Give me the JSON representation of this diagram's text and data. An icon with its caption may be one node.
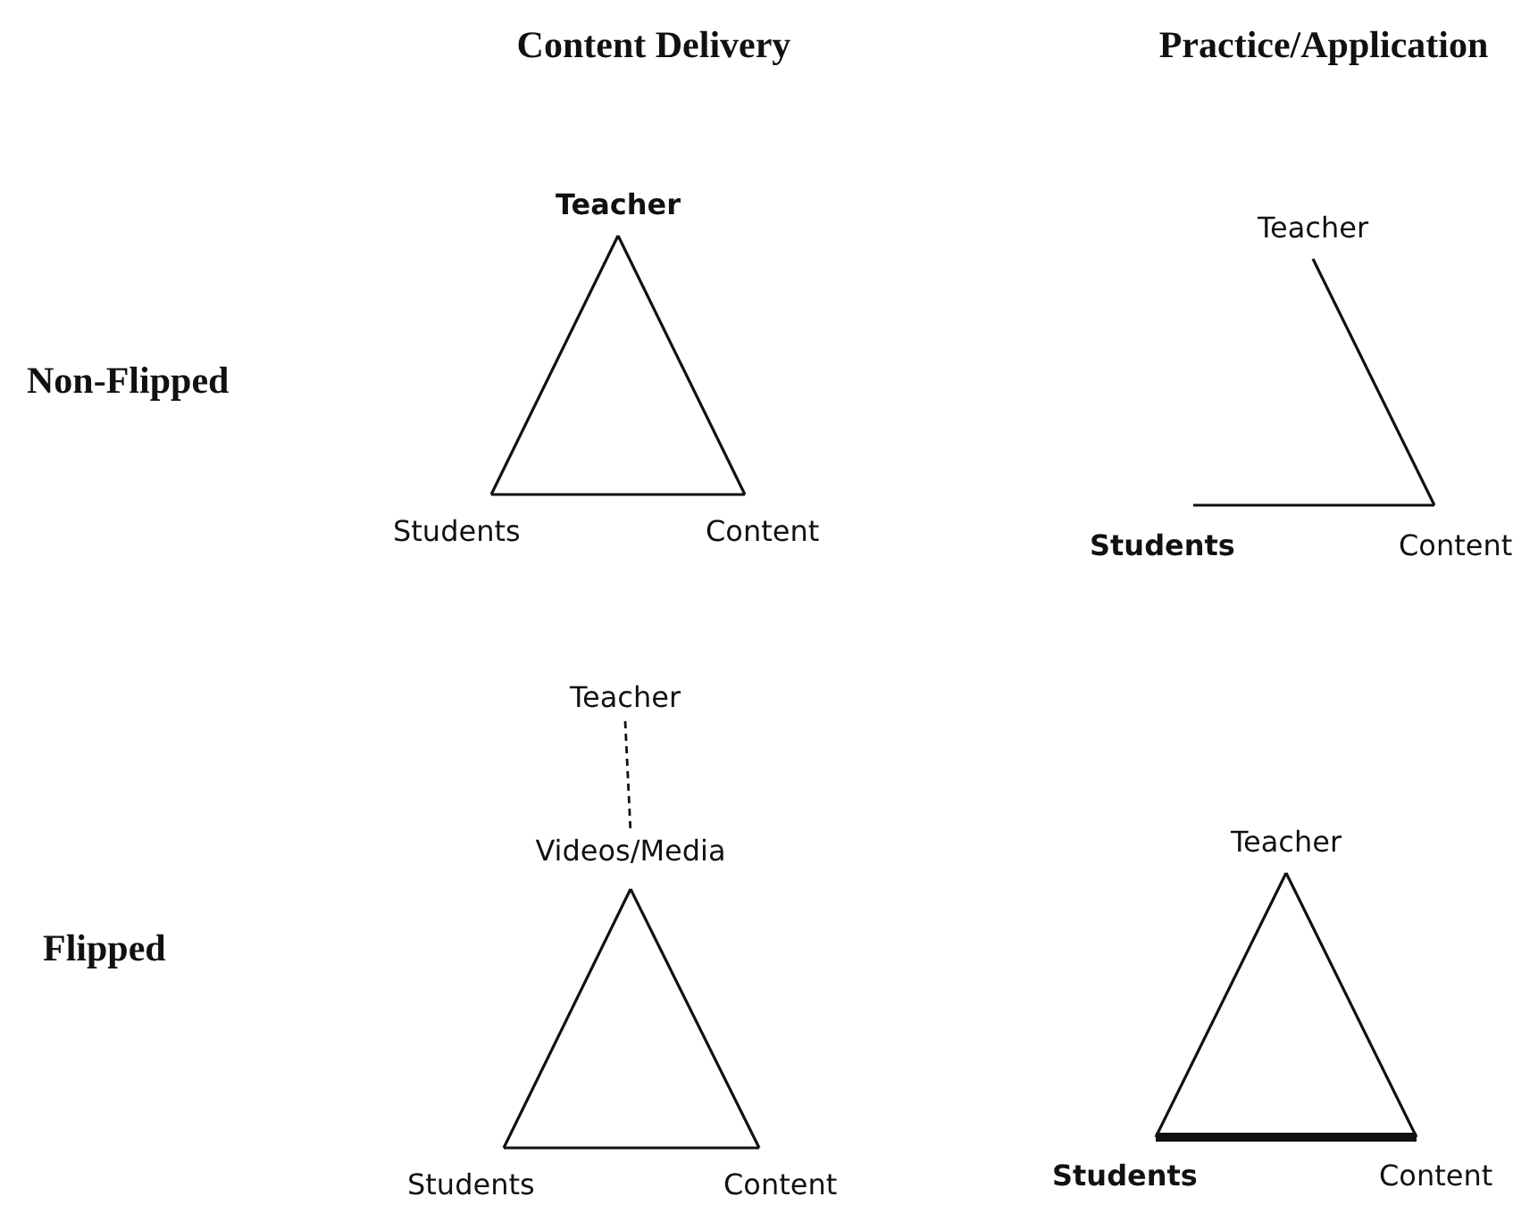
{
  "diagram": {
    "nodes": [
      {
        "text": [
          "Teacher"
        ]
      },
      {
        "text": [
          "Students"
        ]
      },
      {
        "text": [
          "Content"
        ]
      },
      {
        "text": [
          "Teacher"
        ]
      },
      {
        "text": [
          "Students"
        ]
      },
      {
        "text": [
          "Content"
        ]
      },
      {
        "text": [
          "Teacher"
        ]
      },
      {
        "text": [
          "Videos/Media"
        ]
      },
      {
        "text": [
          "Students"
        ]
      },
      {
        "text": [
          "Content"
        ]
      },
      {
        "text": [
          "Teacher"
        ]
      },
      {
        "text": [
          "Students"
        ]
      },
      {
        "text": [
          "Content"
        ]
      }
    ],
    "edges": [
      {
        "from": 0,
        "to": 1,
        "arrow": "none"
      },
      {
        "from": 0,
        "to": 2,
        "arrow": "none"
      },
      {
        "from": 1,
        "to": 2,
        "arrow": "none"
      },
      {
        "from": 3,
        "to": 5,
        "arrow": "none"
      },
      {
        "from": 4,
        "to": 5,
        "arrow": "none"
      },
      {
        "from": 6,
        "to": 7,
        "arrow": "none",
        "style": "dashed"
      },
      {
        "from": 7,
        "to": 8,
        "arrow": "none"
      },
      {
        "from": 7,
        "to": 9,
        "arrow": "none"
      },
      {
        "from": 8,
        "to": 9,
        "arrow": "none"
      },
      {
        "from": 10,
        "to": 11,
        "arrow": "none"
      },
      {
        "from": 10,
        "to": 12,
        "arrow": "none"
      },
      {
        "from": 11,
        "to": 12,
        "arrow": "none",
        "style": "thick"
      }
    ],
    "labels": [
      "Content Delivery",
      "Practice/Application",
      "Non-Flipped",
      "Flipped"
    ]
  }
}
